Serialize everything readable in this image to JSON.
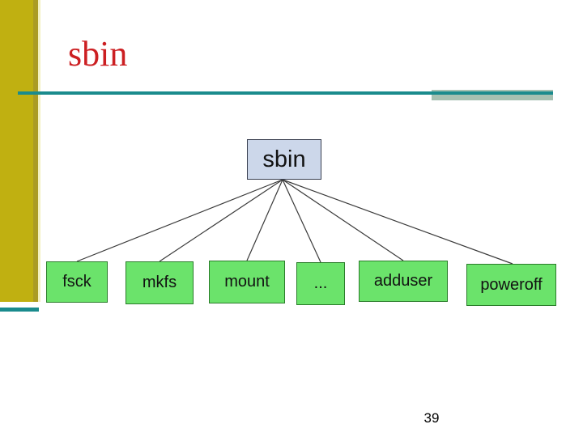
{
  "slide": {
    "title": "sbin",
    "page_number": "39"
  },
  "diagram": {
    "root": {
      "label": "sbin"
    },
    "children": [
      {
        "label": "fsck"
      },
      {
        "label": "mkfs"
      },
      {
        "label": "mount"
      },
      {
        "label": "..."
      },
      {
        "label": "adduser"
      },
      {
        "label": "poweroff"
      }
    ]
  },
  "colors": {
    "title_red": "#cc1f22",
    "accent_teal": "#1a8b8d",
    "accent_band": "#a5c0b1",
    "sidebar_olive": "#c0b011",
    "sidebar_olive_dark": "#ab9b23",
    "sidebar_olive_pale": "#f3f0c0",
    "root_fill": "#ccd7ea",
    "root_border": "#3a4050",
    "child_fill": "#6be36b",
    "child_border": "#2a7c2a",
    "connector": "#3a3a3a"
  }
}
